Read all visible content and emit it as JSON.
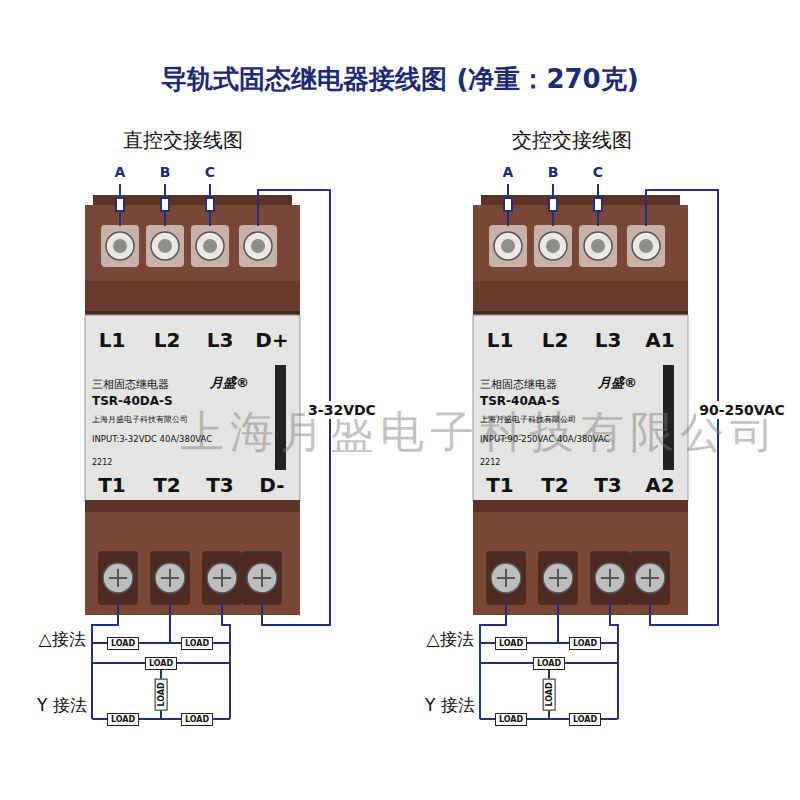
{
  "diagram": {
    "title": "导轨式固态继电器接线图 (净重：270克)",
    "nodes": [
      {
        "text": [
          "L1",
          "L2",
          "L3",
          "D+",
          "三相固态继电器",
          "月盛®",
          "TSR-40DA-S",
          "上海月盛电子科技有限公司",
          "INPUT:3-32VDC 40A/380VAC",
          "2212",
          "T1",
          "T2",
          "T3",
          "D-"
        ]
      },
      {
        "text": [
          "L1",
          "L2",
          "L3",
          "A1",
          "三相固态继电器",
          "月盛®",
          "TSR-40AA-S",
          "上海月盛电子科技有限公司",
          "INPUT:90-250VAC 40A/380VAC",
          "2212",
          "T1",
          "T2",
          "T3",
          "A2"
        ]
      }
    ],
    "labels": [
      "直控交接线图",
      "交控交接线图",
      "A",
      "B",
      "C",
      "A",
      "B",
      "C",
      "3-32VDC",
      "90-250VAC",
      "上海月盛电子科技有限公司",
      "△接法",
      "Y 接法",
      "△接法",
      "Y 接法",
      "LOAD",
      "LOAD",
      "LOAD",
      "LOAD",
      "LOAD",
      "LOAD",
      "LOAD",
      "LOAD",
      "LOAD",
      "LOAD",
      "LOAD",
      "LOAD"
    ]
  }
}
